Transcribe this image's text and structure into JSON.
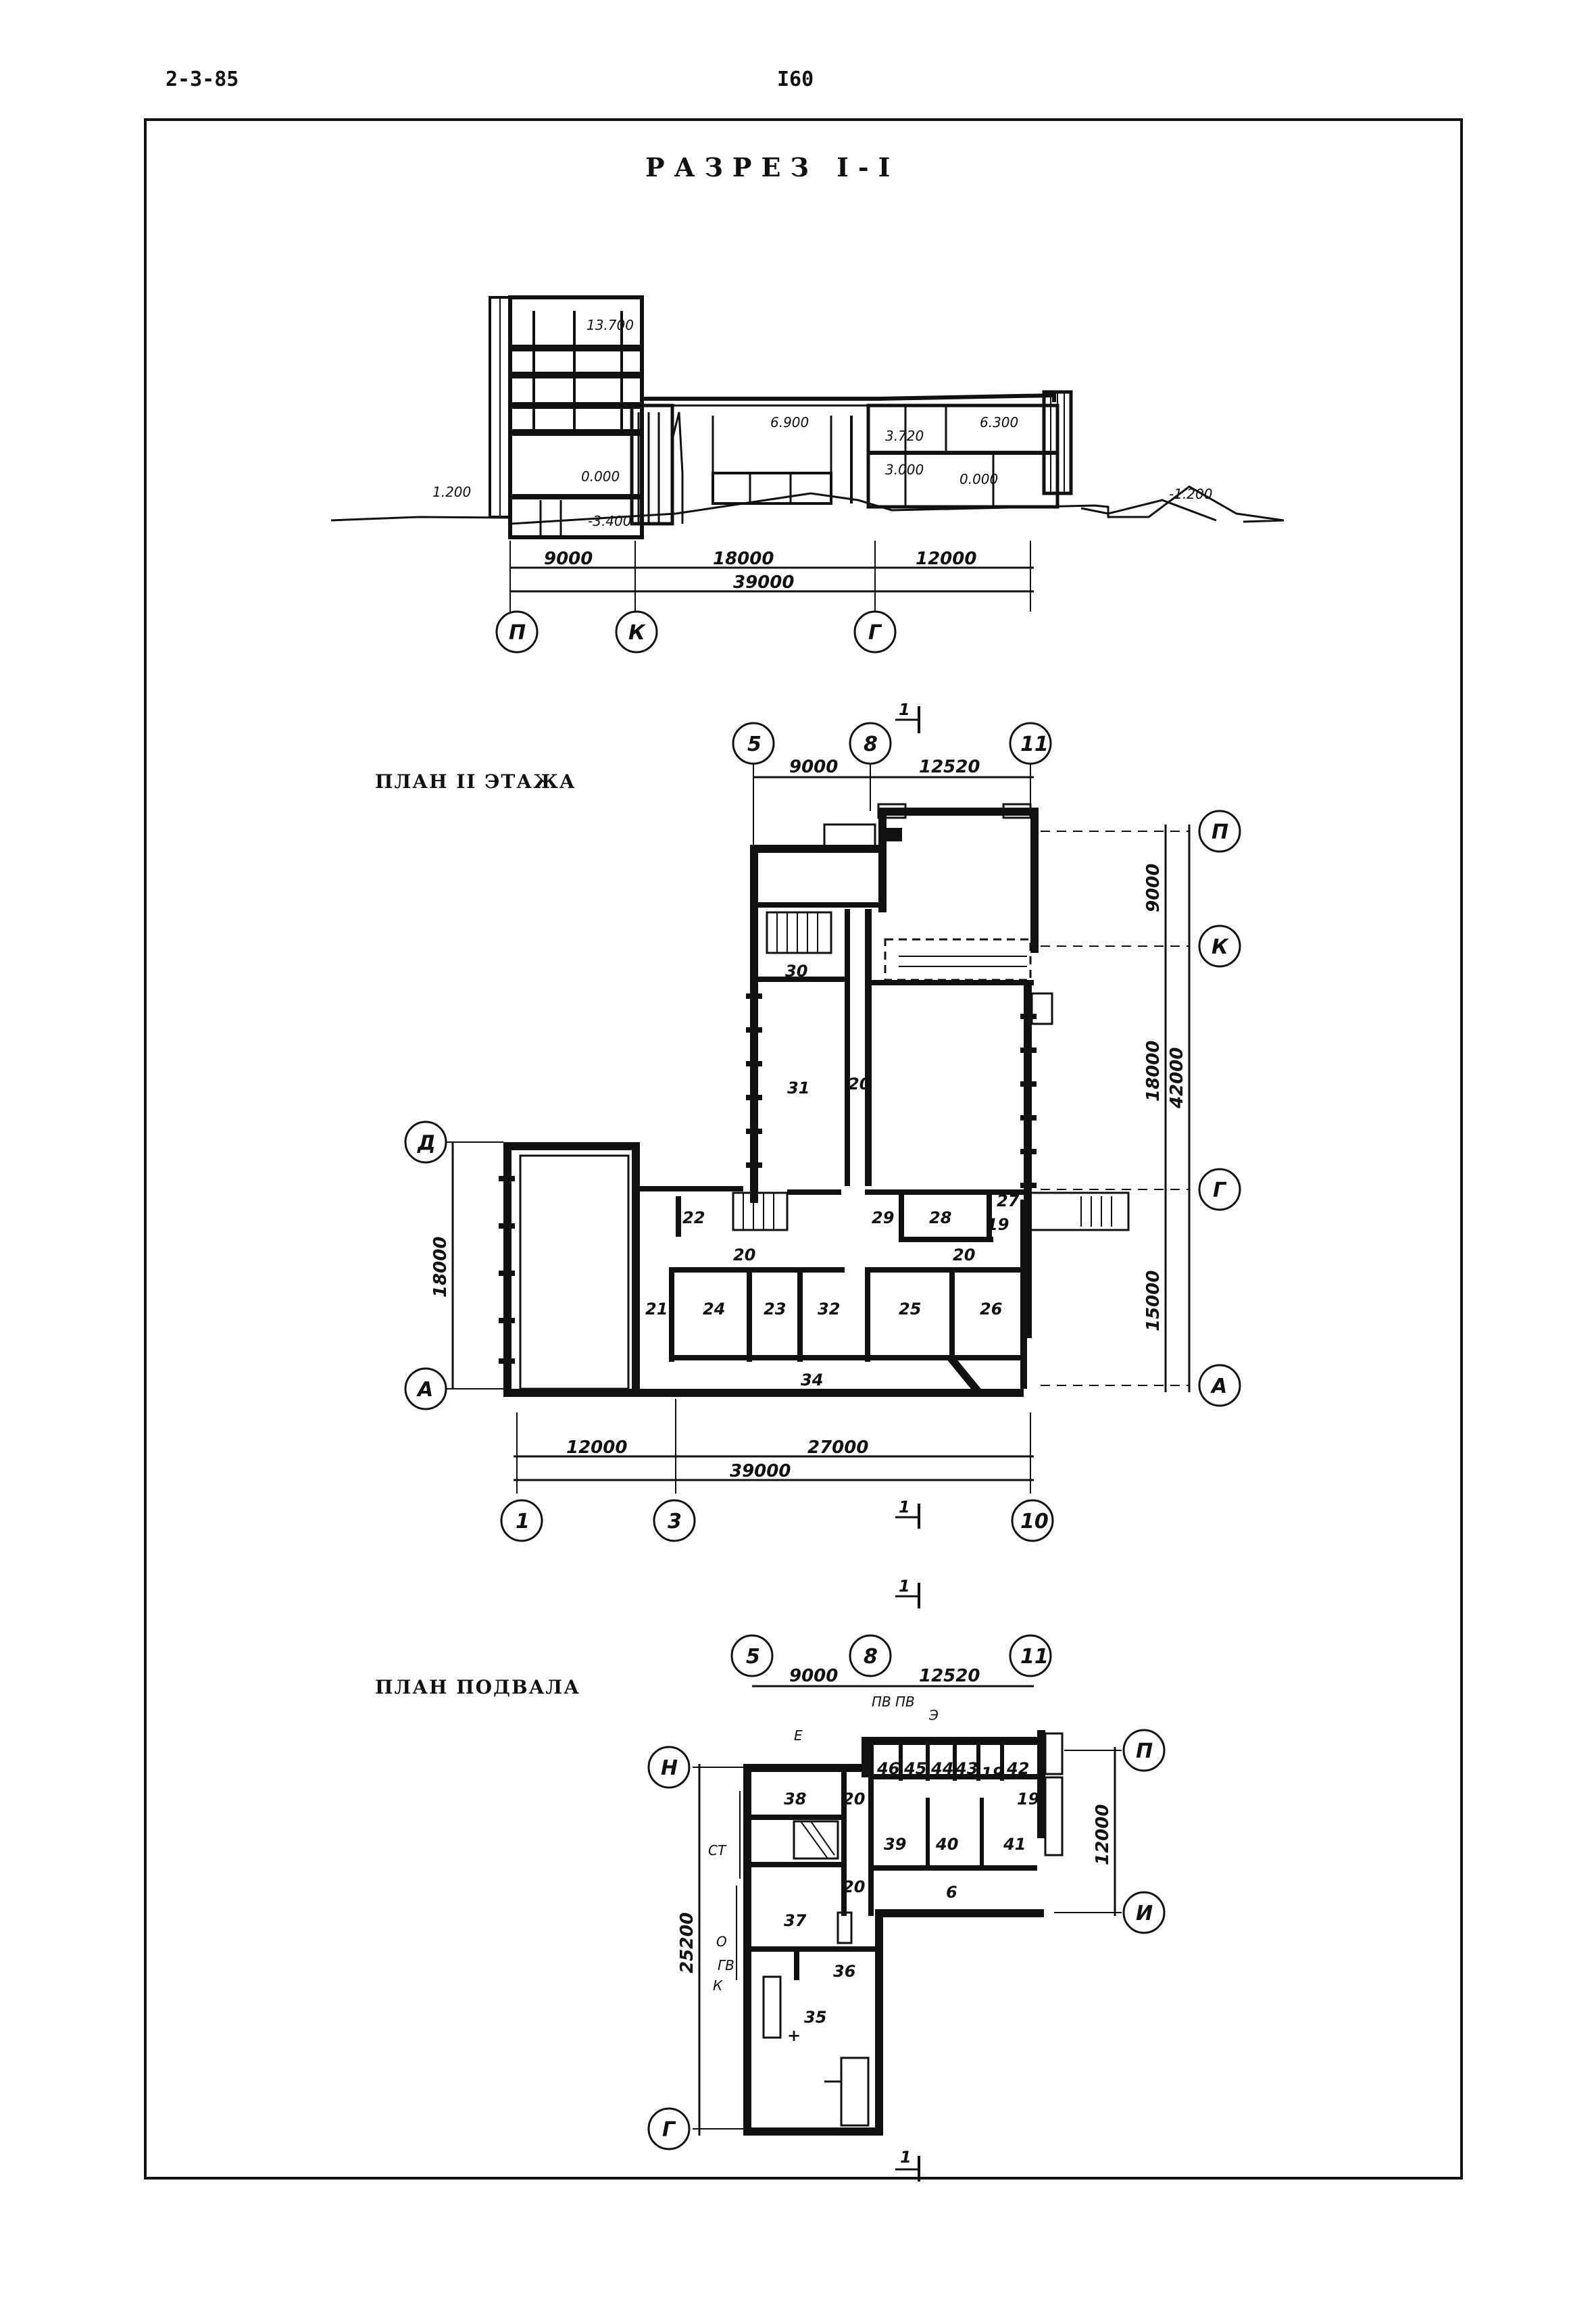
{
  "header": {
    "doc_code": "2-3-85",
    "page_number": "I60"
  },
  "section": {
    "title": "РАЗРЕЗ I-I",
    "elevations": [
      "13.700",
      "6.900",
      "1.200",
      "0.000",
      "-3.400",
      "3.720",
      "3.000",
      "6.300",
      "0.000",
      "-1.200"
    ],
    "dims": [
      "9000",
      "18000",
      "12000",
      "39000"
    ],
    "axes": [
      "П",
      "К",
      "Г"
    ]
  },
  "plan2": {
    "title": "ПЛАН II ЭТАЖА",
    "top_axes": [
      "5",
      "8",
      "11"
    ],
    "top_dims": [
      "9000",
      "12520"
    ],
    "right_axes": [
      "П",
      "К",
      "Г",
      "А"
    ],
    "right_dims": [
      "9000",
      "18000",
      "42000",
      "15000"
    ],
    "left_axes": [
      "Д",
      "А"
    ],
    "left_dim": "18000",
    "bottom_dims": [
      "12000",
      "27000",
      "39000"
    ],
    "bottom_axes": [
      "1",
      "3",
      "10"
    ],
    "rooms": [
      "30",
      "31",
      "20",
      "22",
      "20",
      "21",
      "24",
      "23",
      "32",
      "25",
      "26",
      "20",
      "29",
      "28",
      "27",
      "19",
      "34"
    ],
    "cut_mark": "1"
  },
  "basement": {
    "title": "ПЛАН ПОДВАЛА",
    "top_axes": [
      "5",
      "8",
      "11"
    ],
    "top_dims": [
      "9000",
      "12520"
    ],
    "left_axes": [
      "Н",
      "Г"
    ],
    "left_dim": "25200",
    "right_axes": [
      "П",
      "И"
    ],
    "right_dim": "12000",
    "rooms": [
      "46",
      "45",
      "44",
      "43",
      "19",
      "42",
      "38",
      "20",
      "19",
      "39",
      "40",
      "41",
      "20",
      "6",
      "37",
      "36",
      "35"
    ],
    "labels": [
      "Е",
      "ПВ",
      "ПВ",
      "Э",
      "СТ",
      "О",
      "ГВ",
      "К"
    ],
    "cut_mark": "1"
  }
}
